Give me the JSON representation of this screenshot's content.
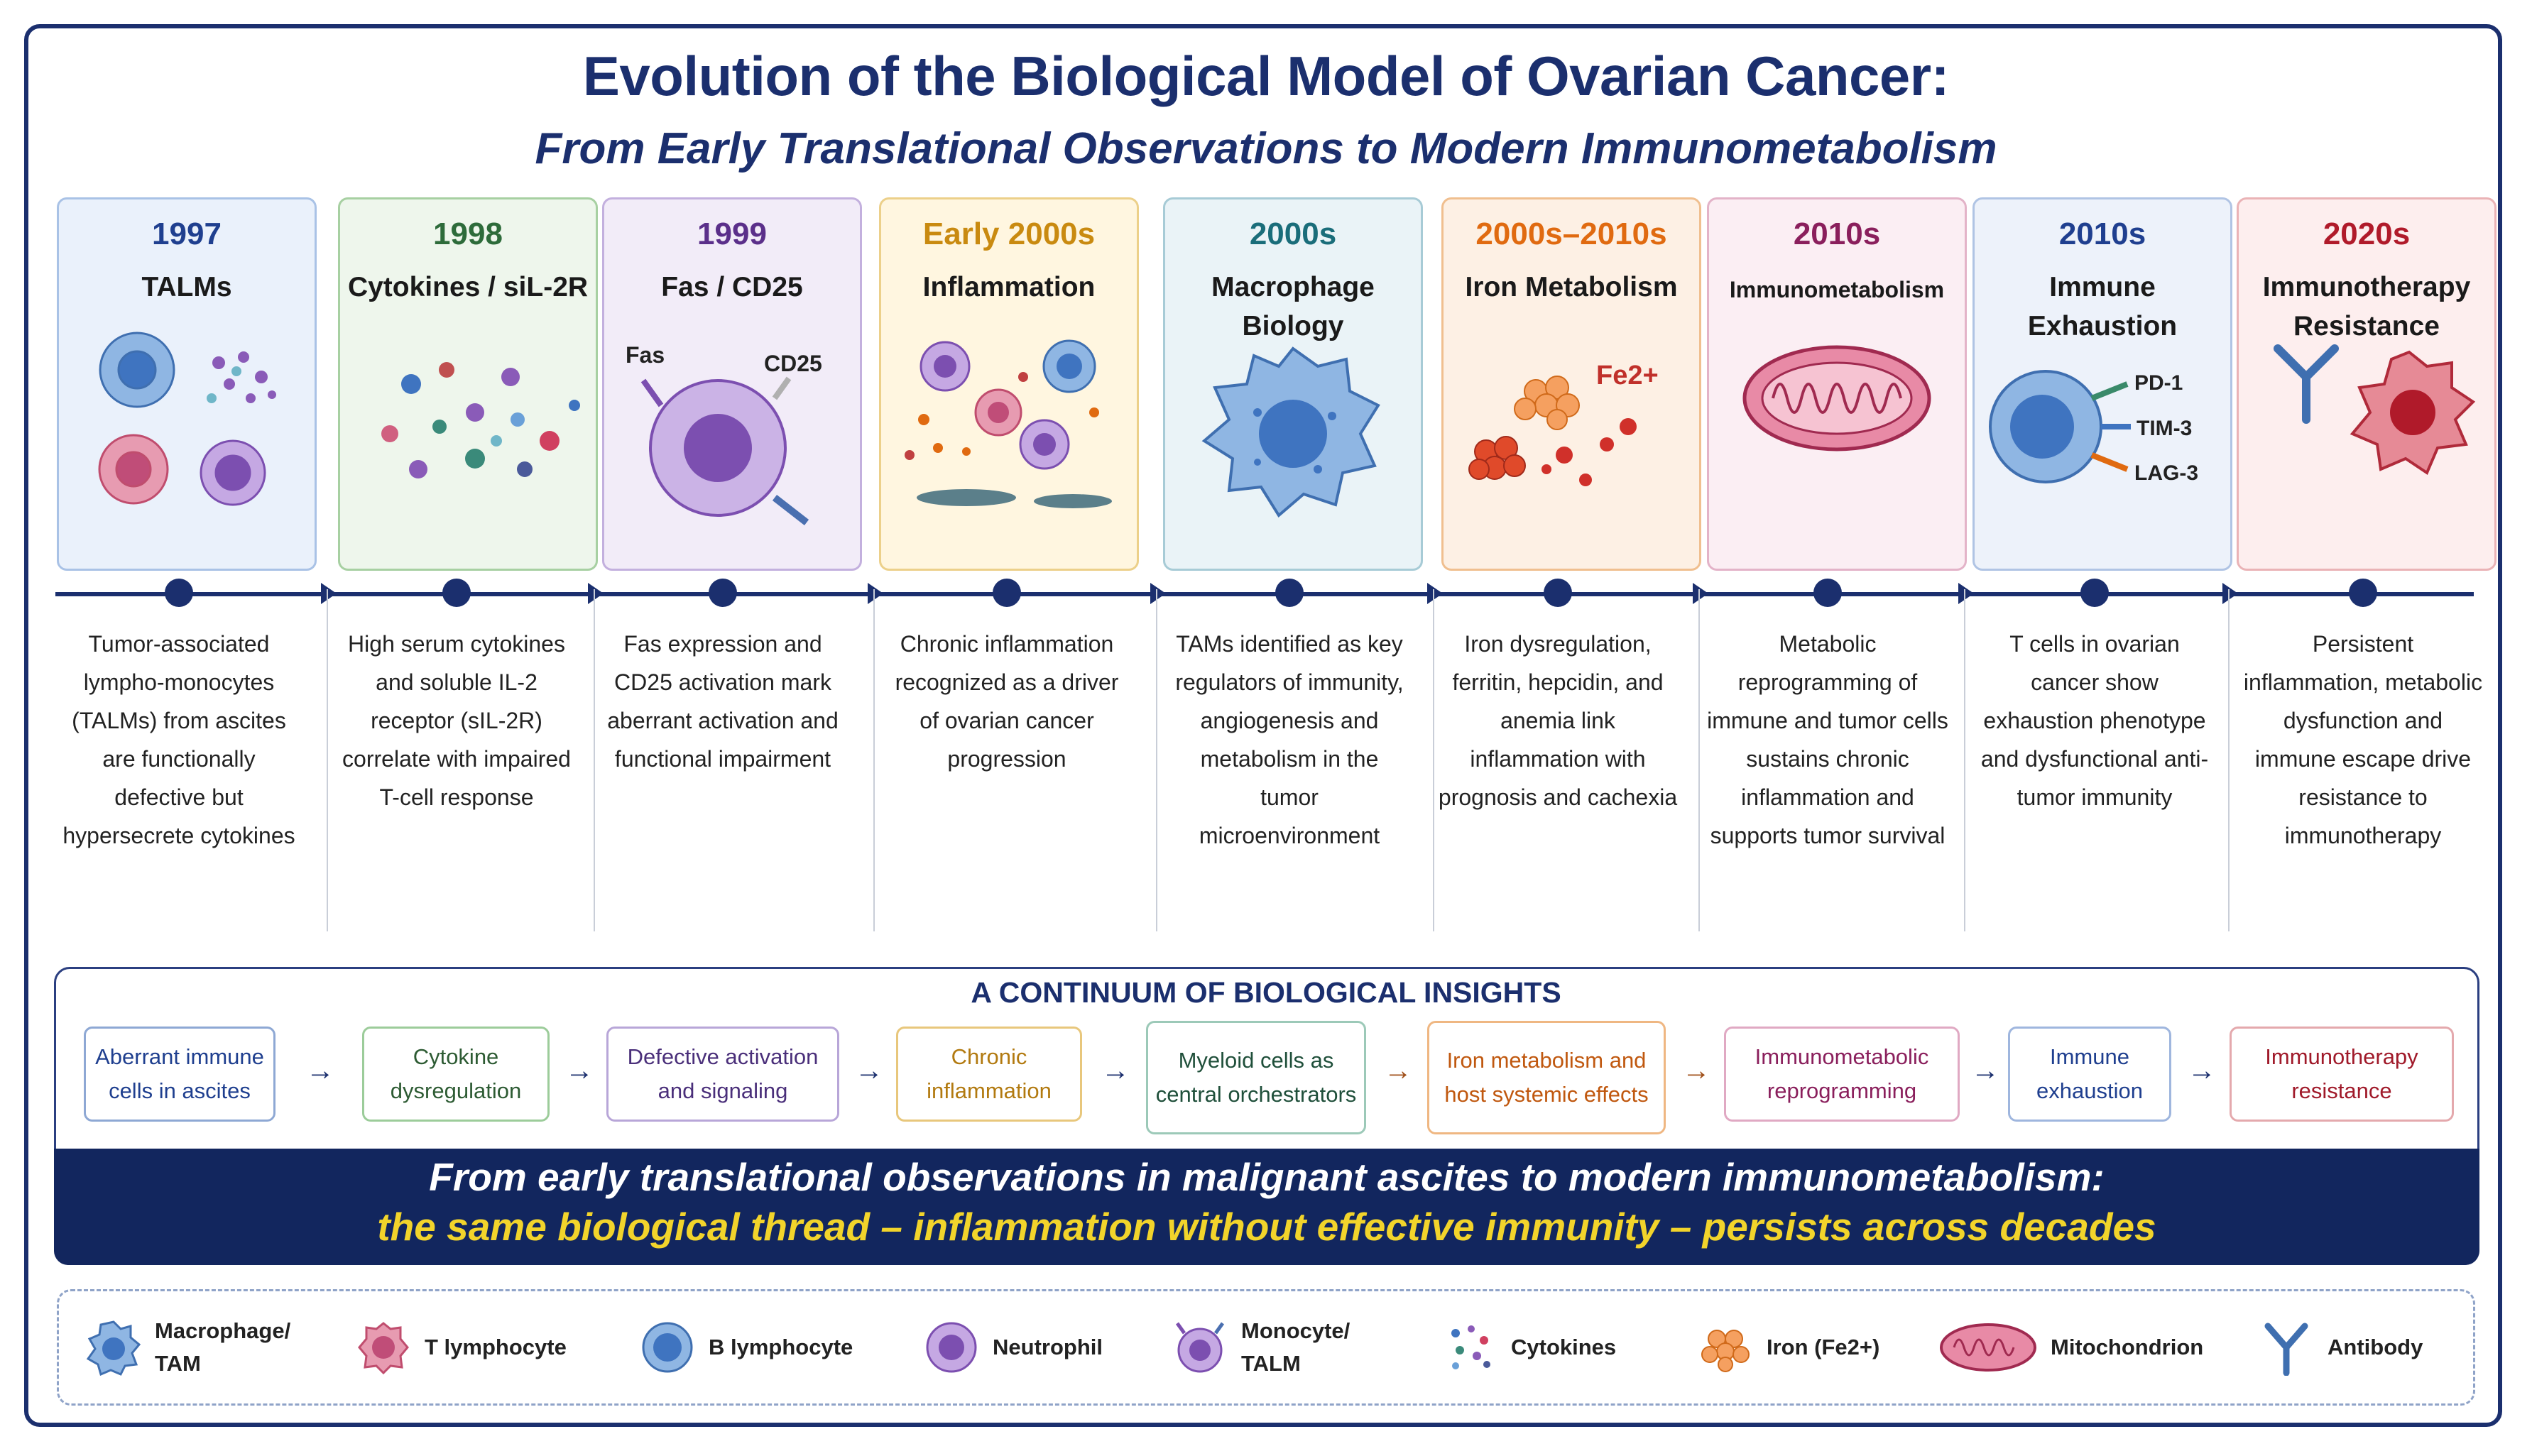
{
  "title": "Evolution of the Biological Model of Ovarian Cancer:",
  "subtitle": "From Early Translational Observations to Modern Immunometabolism",
  "milestones": [
    {
      "year": "1997",
      "topic": "TALMs",
      "year_color": "#1f3f8f",
      "bg": "#eaf1fb",
      "border": "#a9c2e6",
      "desc": "Tumor-associated lympho-monocytes (TALMs) from ascites are functionally defective but hypersecrete cytokines"
    },
    {
      "year": "1998",
      "topic": "Cytokines / siL-2R",
      "year_color": "#2d6b3a",
      "bg": "#eef6ec",
      "border": "#a7d0a2",
      "desc": "High serum cytokines and soluble IL-2 receptor (sIL-2R) correlate with impaired T-cell response"
    },
    {
      "year": "1999",
      "topic": "Fas / CD25",
      "year_color": "#5b2f8a",
      "bg": "#f2ecf8",
      "border": "#c3b0de",
      "desc": "Fas expression and CD25 activation mark aberrant activation and functional impairment",
      "label_fas": "Fas",
      "label_cd25": "CD25"
    },
    {
      "year": "Early 2000s",
      "topic": "Inflammation",
      "year_color": "#c98a10",
      "bg": "#fff6e0",
      "border": "#ecd08a",
      "desc": "Chronic inflammation recognized as a driver of ovarian cancer progression"
    },
    {
      "year": "2000s",
      "topic": "Macrophage Biology",
      "year_color": "#1a6d7a",
      "bg": "#eaf3f7",
      "border": "#a7cbd6",
      "desc": "TAMs identified as key regulators of immunity, angiogenesis and metabolism in the tumor microenvironment"
    },
    {
      "year": "2000s–2010s",
      "topic": "Iron Metabolism",
      "year_color": "#e06a10",
      "bg": "#fdf0e4",
      "border": "#f0bf8f",
      "desc": "Iron dysregulation, ferritin, hepcidin, and anemia link inflammation with prognosis and cachexia",
      "label_fe": "Fe2+"
    },
    {
      "year": "2010s",
      "topic": "Immunometabolism",
      "year_color": "#8a1f5c",
      "bg": "#fbeef3",
      "border": "#e3b3c8",
      "desc": "Metabolic reprogramming of immune and tumor cells sustains chronic inflammation and supports tumor survival"
    },
    {
      "year": "2010s",
      "topic": "Immune Exhaustion",
      "year_color": "#1f3f8f",
      "bg": "#edf2fa",
      "border": "#b0c4e4",
      "desc": "T cells in ovarian cancer show exhaustion phenotype and dysfunctional anti-tumor immunity",
      "label_pd1": "PD-1",
      "label_tim3": "TIM-3",
      "label_lag3": "LAG-3"
    },
    {
      "year": "2020s",
      "topic": "Immunotherapy Resistance",
      "year_color": "#b01a2a",
      "bg": "#fdeeee",
      "border": "#eab3b6",
      "desc": "Persistent inflammation, metabolic dysfunction and immune escape drive resistance to immunotherapy"
    }
  ],
  "continuum": {
    "title": "A CONTINUUM OF BIOLOGICAL INSIGHTS",
    "steps": [
      {
        "label": "Aberrant immune cells in ascites",
        "color": "#1f3f8f",
        "border": "#8ea8d4"
      },
      {
        "label": "Cytokine dysregulation",
        "color": "#2d5b33",
        "border": "#9ccc9a"
      },
      {
        "label": "Defective activation and signaling",
        "color": "#4a2f7a",
        "border": "#b8a6d8"
      },
      {
        "label": "Chronic inflammation",
        "color": "#b27a10",
        "border": "#e8c77c"
      },
      {
        "label": "Myeloid cells as central orchestrators",
        "color": "#1f4f3a",
        "border": "#9cc9b8"
      },
      {
        "label": "Iron metabolism and host systemic effects",
        "color": "#c0580f",
        "border": "#efb782"
      },
      {
        "label": "Immunometabolic reprogramming",
        "color": "#8a1f5c",
        "border": "#e0a9c3"
      },
      {
        "label": "Immune exhaustion",
        "color": "#1f3f8f",
        "border": "#9fb6de"
      },
      {
        "label": "Immunotherapy resistance",
        "color": "#a01a2a",
        "border": "#e4a9ad"
      }
    ]
  },
  "banner": {
    "line1": "From early translational observations in malignant ascites to modern immunometabolism:",
    "line2": "the same biological thread – inflammation without effective immunity – persists across decades"
  },
  "legend": [
    {
      "icon": "macrophage-icon",
      "label": "Macrophage/ TAM"
    },
    {
      "icon": "t-lymphocyte-icon",
      "label": "T lymphocyte"
    },
    {
      "icon": "b-lymphocyte-icon",
      "label": "B lymphocyte"
    },
    {
      "icon": "neutrophil-icon",
      "label": "Neutrophil"
    },
    {
      "icon": "monocyte-icon",
      "label": "Monocyte/ TALM"
    },
    {
      "icon": "cytokines-icon",
      "label": "Cytokines"
    },
    {
      "icon": "iron-icon",
      "label": "Iron (Fe2+)"
    },
    {
      "icon": "mitochondrion-icon",
      "label": "Mitochondrion"
    },
    {
      "icon": "antibody-icon",
      "label": "Antibody"
    }
  ]
}
